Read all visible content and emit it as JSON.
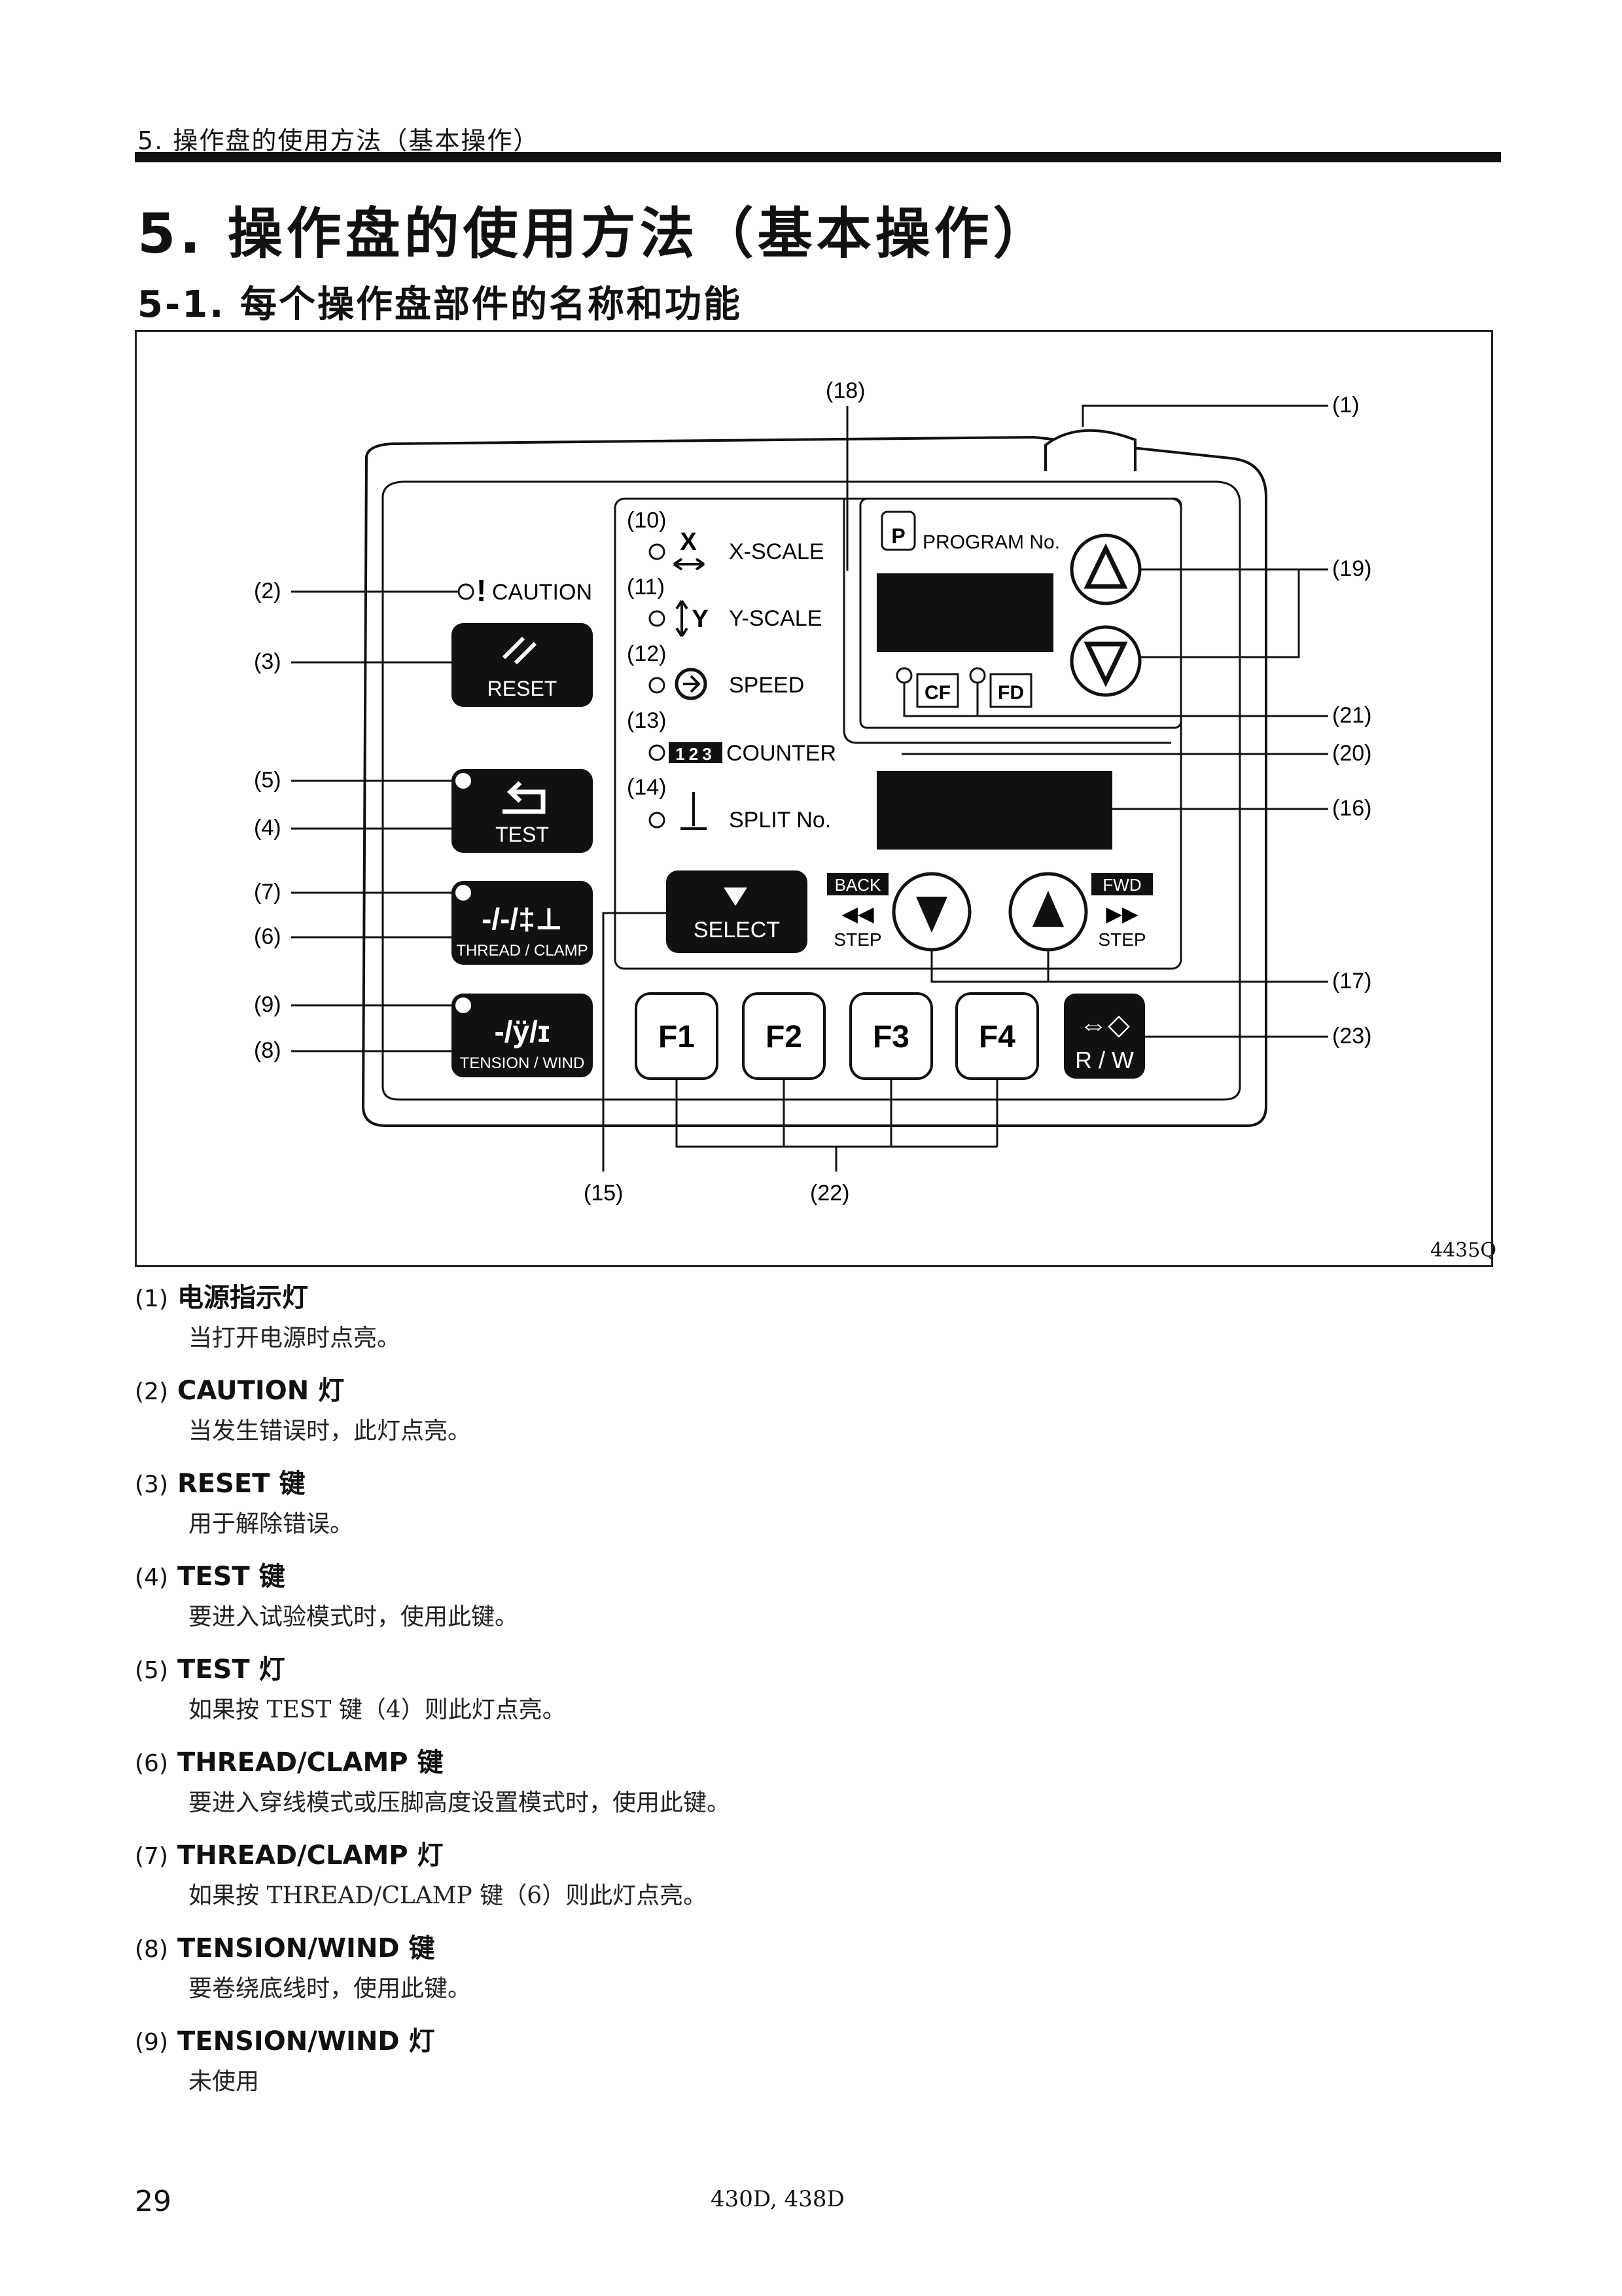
{
  "header": {
    "running_title": "5. 操作盘的使用方法（基本操作）",
    "section_title": "5. 操作盘的使用方法（基本操作）",
    "subsection_title": "5-1. 每个操作盘部件的名称和功能"
  },
  "figure": {
    "code": "4435Q",
    "callouts": [
      "(1)",
      "(2)",
      "(3)",
      "(4)",
      "(5)",
      "(6)",
      "(7)",
      "(8)",
      "(9)",
      "(10)",
      "(11)",
      "(12)",
      "(13)",
      "(14)",
      "(15)",
      "(16)",
      "(17)",
      "(18)",
      "(19)",
      "(20)",
      "(21)",
      "(22)",
      "(23)"
    ],
    "panel": {
      "caution_label": "CAUTION",
      "reset_label": "RESET",
      "test_label": "TEST",
      "thread_clamp_label": "THREAD / CLAMP",
      "tension_wind_label": "TENSION / WIND",
      "x_scale": "X-SCALE",
      "x_symbol": "X",
      "y_scale": "Y-SCALE",
      "y_symbol": "Y",
      "speed": "SPEED",
      "counter": "COUNTER",
      "counter_icon": "123",
      "split_no": "SPLIT No.",
      "program_no": "PROGRAM No.",
      "cf": "CF",
      "fd": "FD",
      "select": "SELECT",
      "back": "BACK",
      "fwd": "FWD",
      "step": "STEP",
      "f1": "F1",
      "f2": "F2",
      "f3": "F3",
      "f4": "F4",
      "rw": "R / W"
    }
  },
  "items": [
    {
      "num": "(1)",
      "title": "电源指示灯",
      "text": "当打开电源时点亮。"
    },
    {
      "num": "(2)",
      "title": "CAUTION 灯",
      "text": "当发生错误时，此灯点亮。"
    },
    {
      "num": "(3)",
      "title": "RESET 键",
      "text": "用于解除错误。"
    },
    {
      "num": "(4)",
      "title": "TEST 键",
      "text": "要进入试验模式时，使用此键。"
    },
    {
      "num": "(5)",
      "title": "TEST 灯",
      "text": "如果按 TEST 键（4）则此灯点亮。"
    },
    {
      "num": "(6)",
      "title": "THREAD/CLAMP 键",
      "text": "要进入穿线模式或压脚高度设置模式时，使用此键。"
    },
    {
      "num": "(7)",
      "title": "THREAD/CLAMP 灯",
      "text": "如果按 THREAD/CLAMP 键（6）则此灯点亮。"
    },
    {
      "num": "(8)",
      "title": "TENSION/WIND 键",
      "text": "要卷绕底线时，使用此键。"
    },
    {
      "num": "(9)",
      "title": "TENSION/WIND 灯",
      "text": "未使用"
    }
  ],
  "footer": {
    "page_number": "29",
    "model": "430D, 438D"
  }
}
